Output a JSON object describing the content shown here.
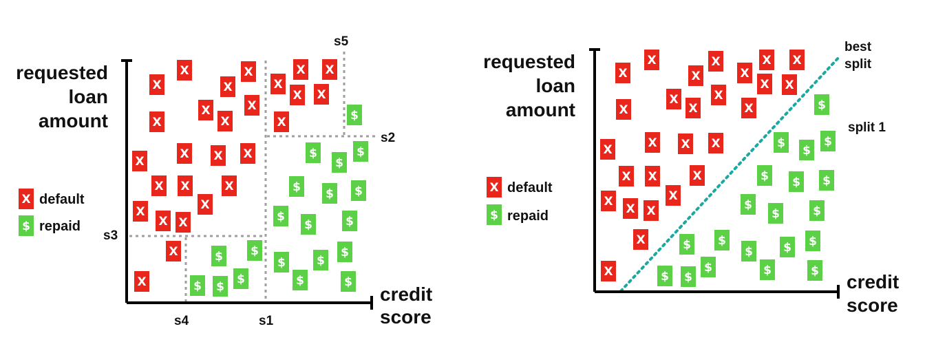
{
  "panels": [
    {
      "id": "left",
      "y_label": [
        "requested",
        "loan",
        "amount"
      ],
      "x_label": [
        "credit",
        "score"
      ],
      "legend": {
        "default_label": "default",
        "repaid_label": "repaid"
      },
      "split_labels": [
        "s1",
        "s2",
        "s3",
        "s4",
        "s5"
      ]
    },
    {
      "id": "right",
      "y_label": [
        "requested",
        "loan",
        "amount"
      ],
      "x_label": [
        "credit",
        "score"
      ],
      "legend": {
        "default_label": "default",
        "repaid_label": "repaid"
      },
      "split_labels": [
        "best",
        "split",
        "split 1"
      ]
    }
  ],
  "marks": {
    "default_glyph": "X",
    "repaid_glyph": "$"
  },
  "colors": {
    "default": "#e8261c",
    "repaid": "#5cd147",
    "axis": "#000000",
    "grid_split": "#9e9e9e",
    "best_split": "#1aa8a0"
  }
}
